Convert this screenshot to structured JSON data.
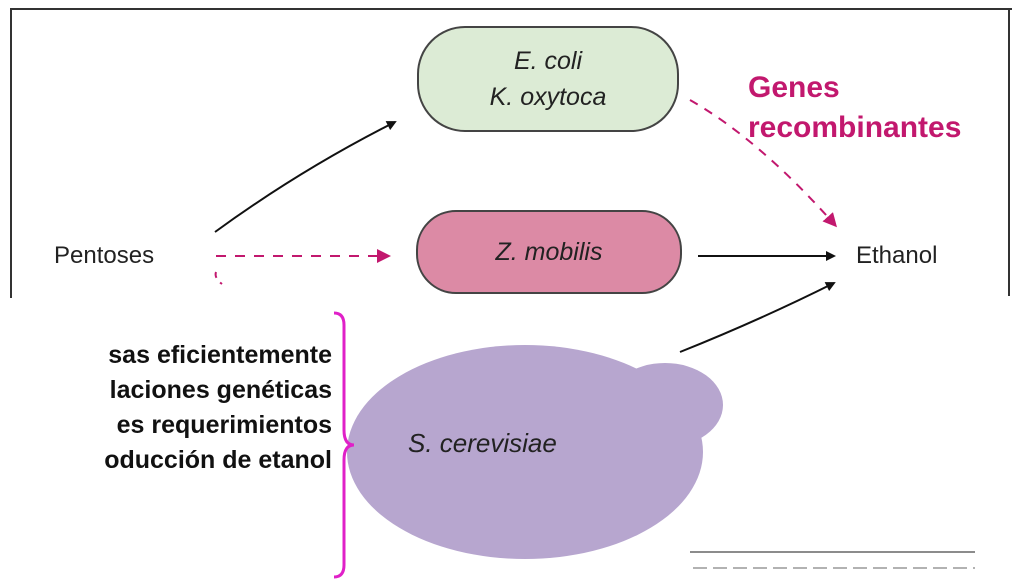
{
  "organisms": {
    "ecoli_line1": "E. coli",
    "ecoli_line2": "K. oxytoca",
    "zymomonas": "Z. mobilis",
    "yeast": "S. cerevisiae"
  },
  "nodes": {
    "source": "Pentoses",
    "product": "Ethanol"
  },
  "annotations": {
    "recombinant_line1": "Genes",
    "recombinant_line2": "recombinantes",
    "note_lines": [
      "sas eficientemente",
      "laciones genéticas",
      "es requerimientos",
      "oducción de etanol"
    ]
  },
  "colors": {
    "ecoli_fill": "#dcebd5",
    "zymomonas_fill": "#dc8aa5",
    "yeast_fill": "#b7a6cf",
    "accent": "#c2186e",
    "bracket": "#e020c8"
  }
}
